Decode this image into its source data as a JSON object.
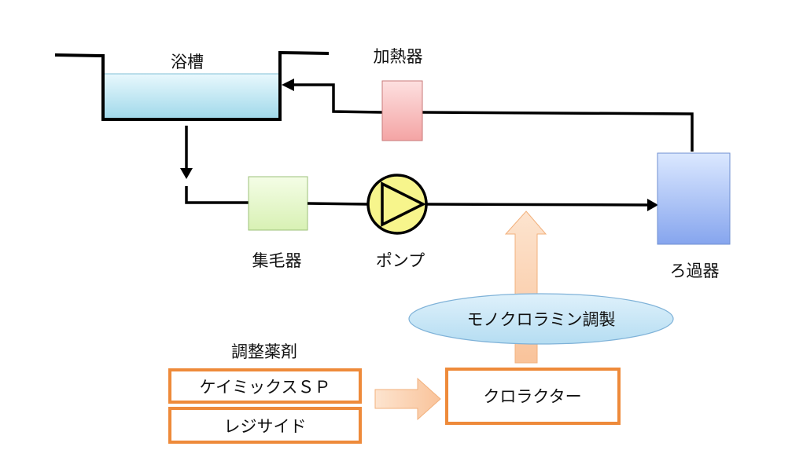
{
  "labels": {
    "bath": "浴槽",
    "heater": "加熱器",
    "hair_catcher": "集毛器",
    "pump": "ポンプ",
    "filter": "ろ過器",
    "monochloramine": "モノクロラミン調製",
    "adjust_chem": "調整薬剤",
    "chem1": "ケイミックスＳＰ",
    "chem2": "レジサイド",
    "chlorector": "クロラクター"
  },
  "colors": {
    "line": "#000000",
    "water_top": "#e8f8fd",
    "water_bottom": "#9fd8ea",
    "heater_fill": "#f7b8b8",
    "heater_stroke": "#c87878",
    "hair_catcher_fill": "#e4f7c8",
    "hair_catcher_stroke": "#9cc07a",
    "pump_fill": "#f7f58c",
    "filter_top": "#cfe0ff",
    "filter_bottom": "#8aa8ee",
    "filter_stroke": "#6f8fd0",
    "arrow_orange_top": "#fde4cf",
    "arrow_orange_bottom": "#f9c59b",
    "arrow_orange_stroke": "#f2a66a",
    "ellipse_fill": "#c6e6f6",
    "ellipse_stroke": "#7fb2d8",
    "box_orange_stroke": "#ee8a3a"
  }
}
